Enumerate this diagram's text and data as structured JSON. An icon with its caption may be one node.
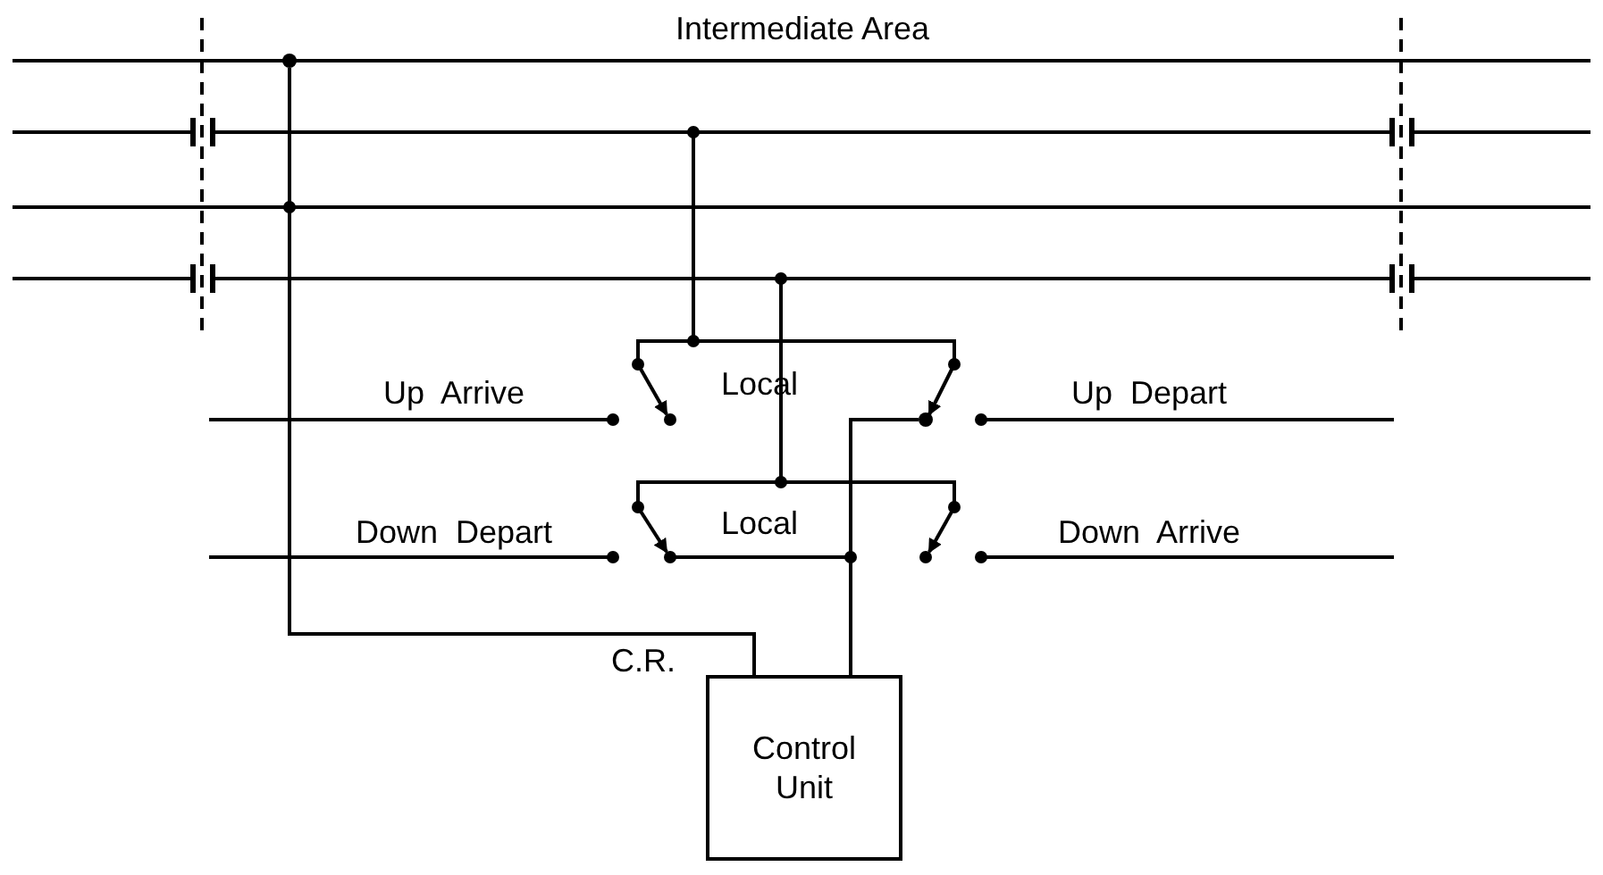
{
  "diagram": {
    "nodes": [
      {
        "text": [],
        "shape": "circle"
      },
      {
        "text": [],
        "shape": "circle"
      },
      {
        "text": [
          "Control Unit"
        ]
      }
    ],
    "edges": [
      {
        "from": 0,
        "to": 2,
        "arrow": "none",
        "label": "C.R."
      },
      {
        "from": 1,
        "to": 2,
        "arrow": "none"
      }
    ],
    "labels": [
      "Intermediate Area",
      "Up  Arrive",
      "Local",
      "Up  Depart",
      "Down  Depart",
      "Local",
      "Down  Arrive"
    ]
  }
}
